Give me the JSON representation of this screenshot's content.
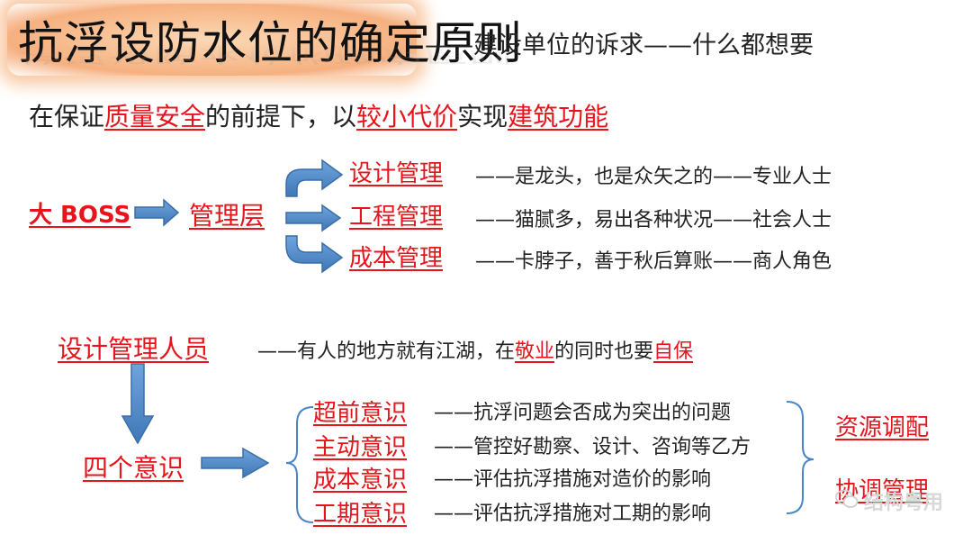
{
  "title": "抗浮设防水位的确定原则",
  "subtitle": "——建设单位的诉求——什么都想要",
  "principle": {
    "p1": "在保证",
    "h1": "质量安全",
    "p2": "的前提下，以",
    "h2": "较小代价",
    "p3": "实现",
    "h3": "建筑功能"
  },
  "org": {
    "boss": "大 BOSS",
    "mgmt": "管理层",
    "items": [
      {
        "label": "设计管理",
        "desc": "——是龙头，也是众矢之的——专业人士"
      },
      {
        "label": "工程管理",
        "desc": "——猫腻多，易出各种状况——社会人士"
      },
      {
        "label": "成本管理",
        "desc": "——卡脖子，善于秋后算账——商人角色"
      }
    ]
  },
  "personnel": {
    "label": "设计管理人员",
    "d1": "——有人的地方就有江湖，在",
    "h1": "敬业",
    "d2": "的同时也要",
    "h2": "自保"
  },
  "awareness": {
    "label": "四个意识",
    "items": [
      {
        "label": "超前意识",
        "desc": "——抗浮问题会否成为突出的问题"
      },
      {
        "label": "主动意识",
        "desc": "——管控好勘察、设计、咨询等乙方"
      },
      {
        "label": "成本意识",
        "desc": "——评估抗浮措施对造价的影响"
      },
      {
        "label": "工期意识",
        "desc": "——评估抗浮措施对工期的影响"
      }
    ],
    "right1": "资源调配",
    "right2": "协调管理"
  },
  "watermark": "结构粤用",
  "colors": {
    "accent": "#e8141c",
    "arrow": "#4a86c5",
    "title_bg": "#f7b98a"
  }
}
